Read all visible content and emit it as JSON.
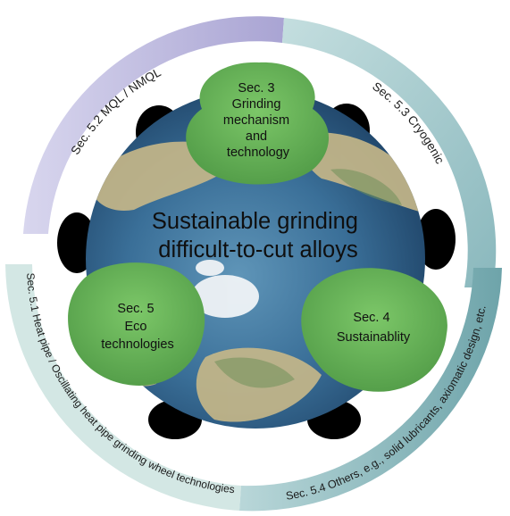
{
  "diagram": {
    "center_title": [
      "Sustainable grinding",
      "difficult-to-cut alloys"
    ],
    "lobes": {
      "sec3": [
        "Sec. 3",
        "Grinding",
        "mechanism",
        "and",
        "technology"
      ],
      "sec4": [
        "Sec. 4",
        "Sustainablity"
      ],
      "sec5": [
        "Sec. 5",
        "Eco",
        "technologies"
      ]
    },
    "ring_labels": {
      "sec52": "Sec. 5.2 MQL / NMQL",
      "sec53": "Sec. 5.3 Cryogenic",
      "sec51": "Sec. 5.1 Heat pipe / Oscillating heat pipe grinding wheel technologies",
      "sec54": "Sec. 5.4 Others, e.g., solid lubricants, axiomatic design, etc."
    },
    "colors": {
      "lobe_green": "#6dbb5b",
      "lobe_green_dark": "#4f9a45",
      "ring_purple": "#b8b4dc",
      "ring_teal": "#8fc3c7",
      "ring_teal_dark": "#5f9ea6",
      "globe_ocean": "#2f5f86",
      "globe_land": "#c9b98a"
    }
  }
}
